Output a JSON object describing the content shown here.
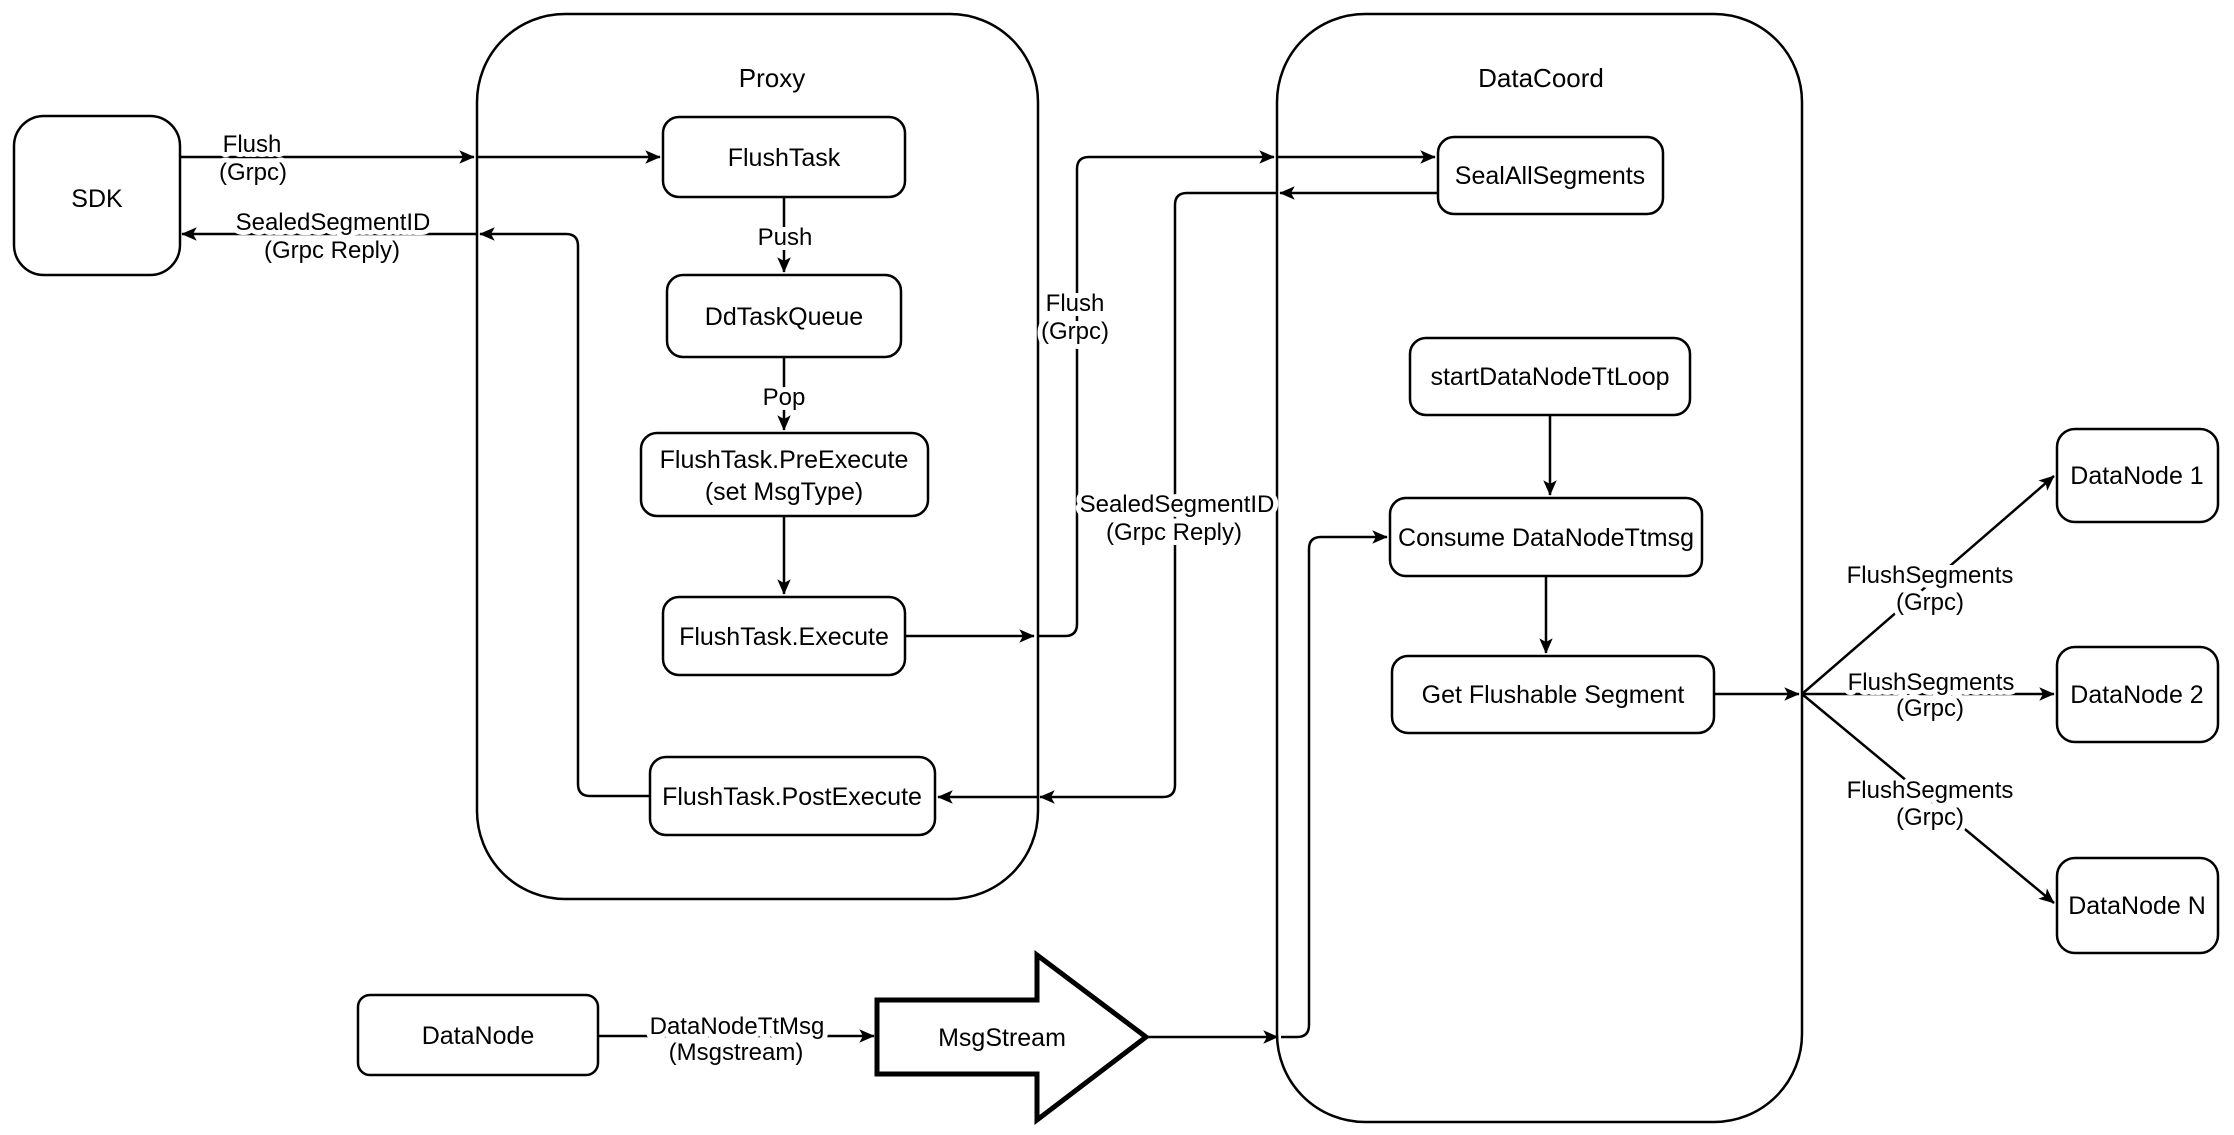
{
  "colors": {
    "stroke": "#000000",
    "node_fill": "#ffffff",
    "background": "#ffffff"
  },
  "containers": {
    "proxy": {
      "title": "Proxy"
    },
    "datacoord": {
      "title": "DataCoord"
    }
  },
  "nodes": {
    "sdk": {
      "label": "SDK"
    },
    "flush_task": {
      "label": "FlushTask"
    },
    "dd_task_queue": {
      "label": "DdTaskQueue"
    },
    "pre_execute": {
      "line1": "FlushTask.PreExecute",
      "line2": "(set MsgType)"
    },
    "execute": {
      "label": "FlushTask.Execute"
    },
    "post_execute": {
      "label": "FlushTask.PostExecute"
    },
    "seal_all_segments": {
      "label": "SealAllSegments"
    },
    "start_data_node_tt_loop": {
      "label": "startDataNodeTtLoop"
    },
    "consume_data_node_ttmsg": {
      "label": "Consume DataNodeTtmsg"
    },
    "get_flushable_segment": {
      "label": "Get Flushable Segment"
    },
    "datanode_1": {
      "label": "DataNode 1"
    },
    "datanode_2": {
      "label": "DataNode 2"
    },
    "datanode_n": {
      "label": "DataNode N"
    },
    "datanode": {
      "label": "DataNode"
    },
    "msgstream": {
      "label": "MsgStream"
    }
  },
  "edge_labels": {
    "flush_sdk": {
      "line1": "Flush",
      "line2": "(Grpc)"
    },
    "sealed_reply_sdk": {
      "line1": "SealedSegmentID",
      "line2": "(Grpc Reply)"
    },
    "push": {
      "line1": "Push"
    },
    "pop": {
      "line1": "Pop"
    },
    "flush_mid": {
      "line1": "Flush",
      "line2": "(Grpc)"
    },
    "sealed_reply_mid": {
      "line1": "SealedSegmentID",
      "line2": "(Grpc Reply)"
    },
    "flush_segments_1": {
      "line1": "FlushSegments",
      "line2": "(Grpc)"
    },
    "flush_segments_2": {
      "line1": "FlushSegments",
      "line2": "(Grpc)"
    },
    "flush_segments_3": {
      "line1": "FlushSegments",
      "line2": "(Grpc)"
    },
    "datanode_tt_msg": {
      "line1": "DataNodeTtMsg",
      "line2": "(Msgstream)"
    }
  }
}
